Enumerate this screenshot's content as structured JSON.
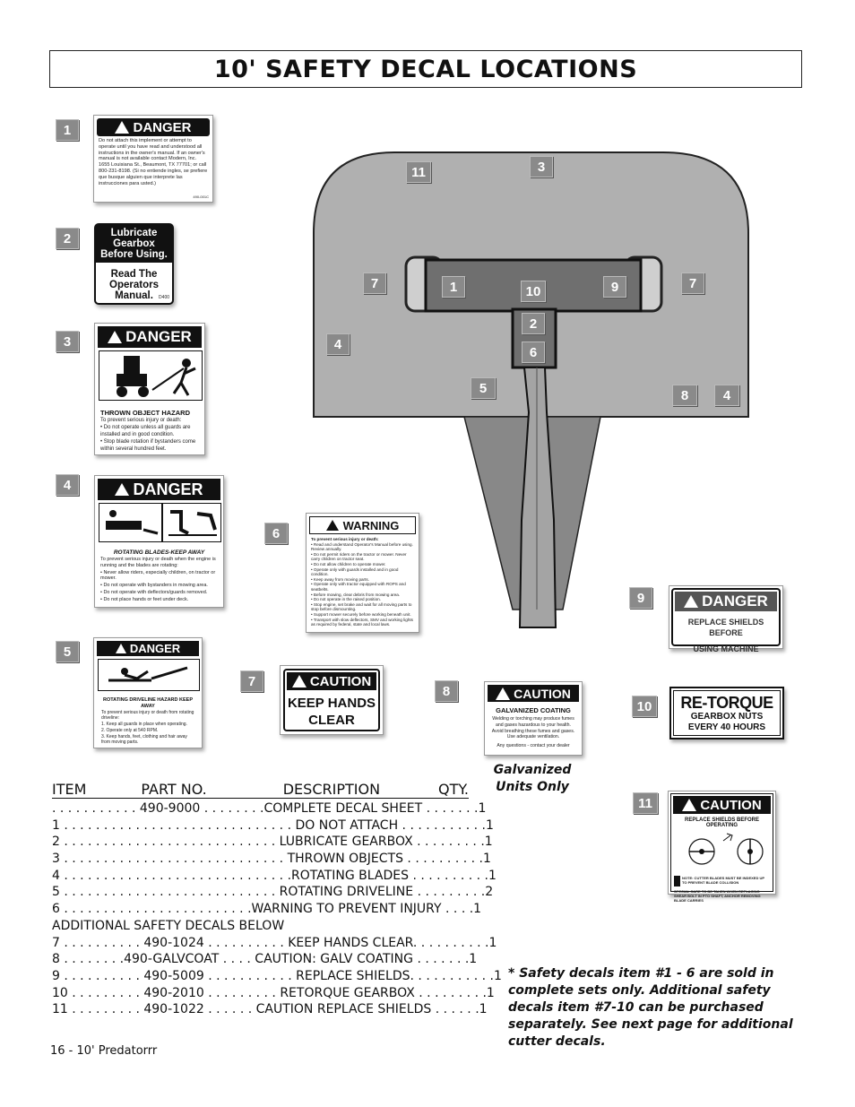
{
  "title": "10' SAFETY DECAL LOCATIONS",
  "badges": {
    "d1": "1",
    "d2": "2",
    "d3": "3",
    "d4": "4",
    "d5": "5",
    "d6": "6",
    "d7": "7",
    "d8": "8",
    "d9": "9",
    "d10": "10",
    "d11": "11",
    "m11": "11",
    "m3": "3",
    "m7l": "7",
    "m1": "1",
    "m10": "10",
    "m9": "9",
    "m7r": "7",
    "m2": "2",
    "m6": "6",
    "m4l": "4",
    "m5": "5",
    "m8": "8",
    "m4r": "4"
  },
  "decal1": {
    "header": "DANGER",
    "text": "Do not attach this implement or attempt to operate until you have read and understood all instructions in the owner's manual. If an owner's manual is not available contact Modern, Inc. 1655 Louisiana St., Beaumont, TX 77701; or call 800-231-8198. (Si no entiende ingles, se prefiere que busque alguien que interprete las instrucciones para usted.)",
    "code": "490-001C"
  },
  "decal2": {
    "top": "Lubricate Gearbox Before Using.",
    "bottom": "Read The Operators Manual.",
    "code": "D400"
  },
  "decal3": {
    "header": "DANGER",
    "title": "THROWN OBJECT HAZARD",
    "text1": "To prevent serious injury or death:",
    "text2": "• Do not operate unless all guards are installed and in good condition.",
    "text3": "• Stop blade rotation if bystanders come within several hundred feet."
  },
  "decal4": {
    "header": "DANGER",
    "title": "ROTATING BLADES-KEEP AWAY",
    "text1": "To prevent serious injury or death when the engine is running and the blades are rotating:",
    "text2": "• Never allow riders, especially children, on tractor or mower.",
    "text3": "• Do not operate with bystanders in mowing area.",
    "text4": "• Do not operate with deflectors/guards removed.",
    "text5": "• Do not place hands or feet under deck."
  },
  "decal5": {
    "header": "DANGER",
    "title": "ROTATING DRIVELINE HAZARD KEEP AWAY",
    "text1": "To prevent serious injury or death from rotating driveline:",
    "text2": "1. Keep all guards in place when operating.",
    "text3": "2. Operate only at 540 RPM.",
    "text4": "3. Keep hands, feet, clothing and hair away from moving parts."
  },
  "decal6": {
    "header": "WARNING",
    "text1": "To prevent serious injury or death:",
    "text2": "• Read and understand Operator's Manual before using. Review annually.",
    "text3": "• Do not permit riders on the tractor or mower. Never carry children on tractor seat.",
    "text4": "• Do not allow children to operate mower.",
    "text5": "• Operate only with guards installed and in good condition.",
    "text6": "• Keep away from moving parts.",
    "text7": "• Operate only with tractor equipped with ROPS and seatbelts.",
    "text8": "• Before mowing, clear debris from mowing area.",
    "text9": "• Do not operate in the raised position.",
    "text10": "• Stop engine, set brake and wait for all moving parts to stop before dismounting.",
    "text11": "• Support mower securely before working beneath unit.",
    "text12": "• Transport with slow deflectors, SMV and working lights as required by federal, state and local laws."
  },
  "decal7": {
    "header": "CAUTION",
    "line1": "KEEP HANDS",
    "line2": "CLEAR"
  },
  "decal8": {
    "header": "CAUTION",
    "title": "GALVANIZED COATING",
    "text": "Welding or torching may produce fumes and gases hazardous to your health. Avoid breathing these fumes and gases. Use adequate ventilation.",
    "footer": "Any questions - contact your dealer"
  },
  "decal9": {
    "header": "DANGER",
    "line1": "REPLACE SHIELDS BEFORE",
    "line2": "USING MACHINE"
  },
  "decal10": {
    "line1": "RE-TORQUE",
    "line2": "GEARBOX NUTS",
    "line3": "EVERY 40 HOURS"
  },
  "decal11": {
    "header": "CAUTION",
    "line1": "REPLACE SHIELDS BEFORE OPERATING",
    "note1": "NOTE: CUTTER BLADES MUST BE INDEXED UP TO PREVENT BLADE COLLISION",
    "note2": "SPECIAL CARE TO BE TAKEN WHEN REPLACING SHEAR BOLT IN PTO SHAFT, ANCHOR REMOVING BLADE CARRIES"
  },
  "galvanized_note": "Galvanized Units Only",
  "parts_list": {
    "headers": {
      "item": "ITEM",
      "part": "PART NO.",
      "desc": "DESCRIPTION",
      "qty": "QTY."
    },
    "rows": [
      ". . . . . . . . . . . 490-9000 . . . . . . . .COMPLETE DECAL SHEET . . . . . . .1",
      "1 . . . . . . . . . . . . . . . . . . . . . . . . . . . . . DO NOT ATTACH . . . . . . . . . . .1",
      "2 . . . . . . . . . . . . . . . . . . . . . . . . . . . LUBRICATE GEARBOX . . . . . . . . .1",
      "3 . . . . . . . . . . . . . . . . . . . . . . . . . . . . THROWN OBJECTS . . . . . . . . . .1",
      "4 . . . . . . . . . . . . . . . . . . . . . . . . . . . . .ROTATING BLADES . . . . . . . . . .1",
      "5 . . . . . . . . . . . . . . . . . . . . . . . . . . . ROTATING DRIVELINE . . . . . . . . .2",
      "6 . . . . . . . . . . . . . . . . . . . . . . . .WARNING TO PREVENT INJURY . . . .1",
      "ADDITIONAL SAFETY DECALS BELOW",
      "7 . . . . . . . . . . 490-1024 . . . . . . . . . . KEEP HANDS CLEAR. . . . . . . . . .1",
      "8 . . . . . . . .490-GALVCOAT . . . . CAUTION: GALV COATING . . . . . . .1",
      "9 . . . . . . . . . . 490-5009 . . . . . . . . . . . REPLACE SHIELDS. . . . . . . . . . .1",
      "10 . . . . . . . . . 490-2010 . . . . . . . . . RETORQUE GEARBOX . . . . . . . . .1",
      "11 . . . . . . . . . 490-1022 . . . . . . CAUTION REPLACE SHIELDS . . . . . .1"
    ]
  },
  "note": "* Safety decals item #1 - 6 are sold in complete sets only. Additional safety decals item #7-10 can be purchased separately. See next page for additional cutter decals.",
  "footer": "16 - 10' Predatorrr"
}
